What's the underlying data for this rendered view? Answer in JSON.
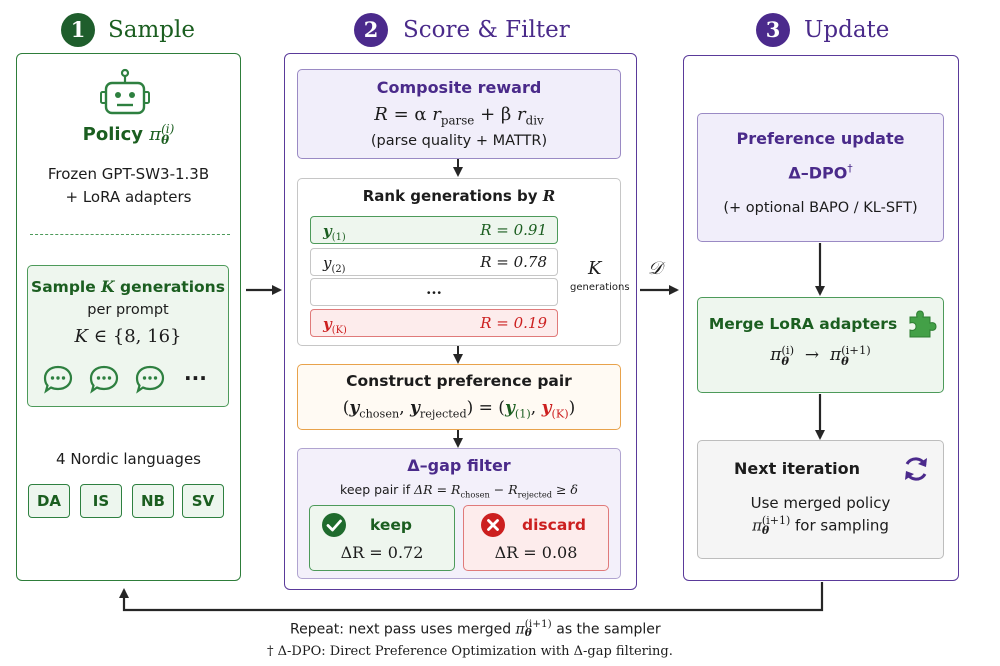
{
  "colors": {
    "green": "#1b5e20",
    "purple": "#4a2a8a",
    "red": "#cc1f1f",
    "orange_border": "#e8a24b",
    "arrow": "#262626"
  },
  "steps": [
    {
      "num": "1",
      "title": "Sample"
    },
    {
      "num": "2",
      "title": "Score & Filter"
    },
    {
      "num": "3",
      "title": "Update"
    }
  ],
  "sample": {
    "icon": "robot-icon",
    "policy_label": "Policy",
    "policy_symbol": "π",
    "policy_sup": "(i)",
    "policy_sub": "θ",
    "model_line1": "Frozen GPT-SW3-1.3B",
    "model_line2": "+ LoRA adapters",
    "gen_title_pre": "Sample",
    "gen_title_var": "K",
    "gen_title_post": "generations",
    "gen_subtitle": "per prompt",
    "gen_k_var": "K",
    "gen_k_rest": "∈ {8, 16}",
    "bubble_icon": "speech-bubble-icon",
    "ellipsis": "···",
    "languages_label": "4 Nordic languages",
    "languages": [
      "DA",
      "IS",
      "NB",
      "SV"
    ]
  },
  "score": {
    "reward_title": "Composite reward",
    "reward_formula": {
      "R": "R",
      "eq": " = α ",
      "r1": "r",
      "r1_sub": "parse",
      "plus": " + β ",
      "r2": "r",
      "r2_sub": "div"
    },
    "reward_note": "(parse quality + MATTR)",
    "rank_title_pre": "Rank generations by",
    "rank_title_var": "R",
    "generations": [
      {
        "label": "y",
        "sub": "(1)",
        "value": "R = 0.91"
      },
      {
        "label": "y",
        "sub": "(2)",
        "value": "R = 0.78"
      },
      {
        "label": "···",
        "sub": "",
        "value": ""
      },
      {
        "label": "y",
        "sub": "(K)",
        "value": "R = 0.19"
      }
    ],
    "brace_var": "K",
    "brace_text": "generations",
    "pair_title": "Construct preference pair",
    "pair_formula": {
      "open": "(",
      "chosen": "y",
      "chosen_sub": "chosen",
      "comma": ",  ",
      "rejected": "y",
      "rejected_sub": "rejected",
      "eq": ") = (",
      "best": "y",
      "best_sub": "(1)",
      "comma2": ",  ",
      "worst": "y",
      "worst_sub": "(K)",
      "close": ")"
    },
    "filter_title": "Δ–gap filter",
    "filter_rule_pre": "keep pair if",
    "filter_rule_math": "ΔR = R",
    "filter_rule_sub1": "chosen",
    "filter_rule_mid": " − R",
    "filter_rule_sub2": "rejected",
    "filter_rule_end": " ≥ δ",
    "keep_label": "keep",
    "keep_value": "ΔR = 0.72",
    "discard_label": "discard",
    "discard_value": "ΔR = 0.08"
  },
  "flow_label": "𝒟",
  "update": {
    "pref_title": "Preference update",
    "pref_method": "Δ–DPO",
    "pref_dagger": "†",
    "pref_note": "(+ optional BAPO / KL-SFT)",
    "merge_title": "Merge LoRA adapters",
    "merge_icon": "puzzle-icon",
    "merge_from_sup": "(i)",
    "merge_to_sup": "(i+1)",
    "merge_symbol": "π",
    "merge_sub": "θ",
    "merge_arrow": "→",
    "next_title": "Next iteration",
    "next_icon": "refresh-icon",
    "next_line1": "Use merged policy",
    "next_line2_sup": "(i+1)",
    "next_line2_rest": "for sampling"
  },
  "footer": {
    "repeat_pre": "Repeat:  next pass uses merged",
    "repeat_sup": "(i+1)",
    "repeat_post": "as the sampler",
    "footnote": "† Δ-DPO: Direct Preference Optimization with Δ-gap filtering."
  }
}
